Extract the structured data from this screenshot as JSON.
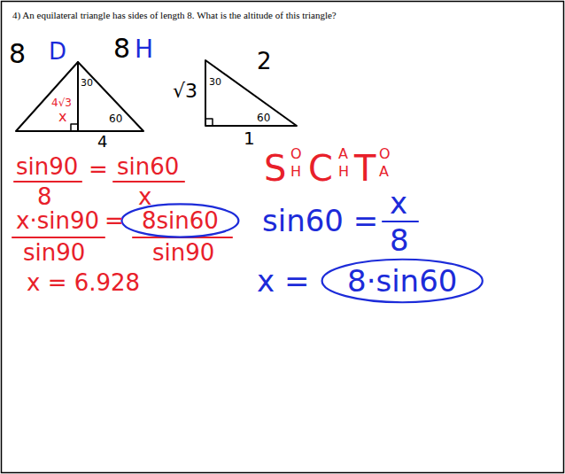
{
  "diagram": {
    "title": "4) An equilateral triangle has sides of length 8. What is the altitude of this triangle?",
    "labels": [
      "8",
      "D",
      "30",
      "8",
      "H",
      "4√3",
      "x",
      "60",
      "4",
      "√3",
      "30",
      "2",
      "60",
      "1",
      "sin90",
      "8",
      "=",
      "sin60",
      "x",
      "x·sin90",
      "=",
      "8sin60",
      "sin90",
      "sin90",
      "x = 6.928",
      "S",
      "O",
      "H",
      "C",
      "A",
      "H",
      "T",
      "O",
      "A",
      "sin60 =",
      "x",
      "8",
      "x =",
      "8·sin60"
    ]
  }
}
